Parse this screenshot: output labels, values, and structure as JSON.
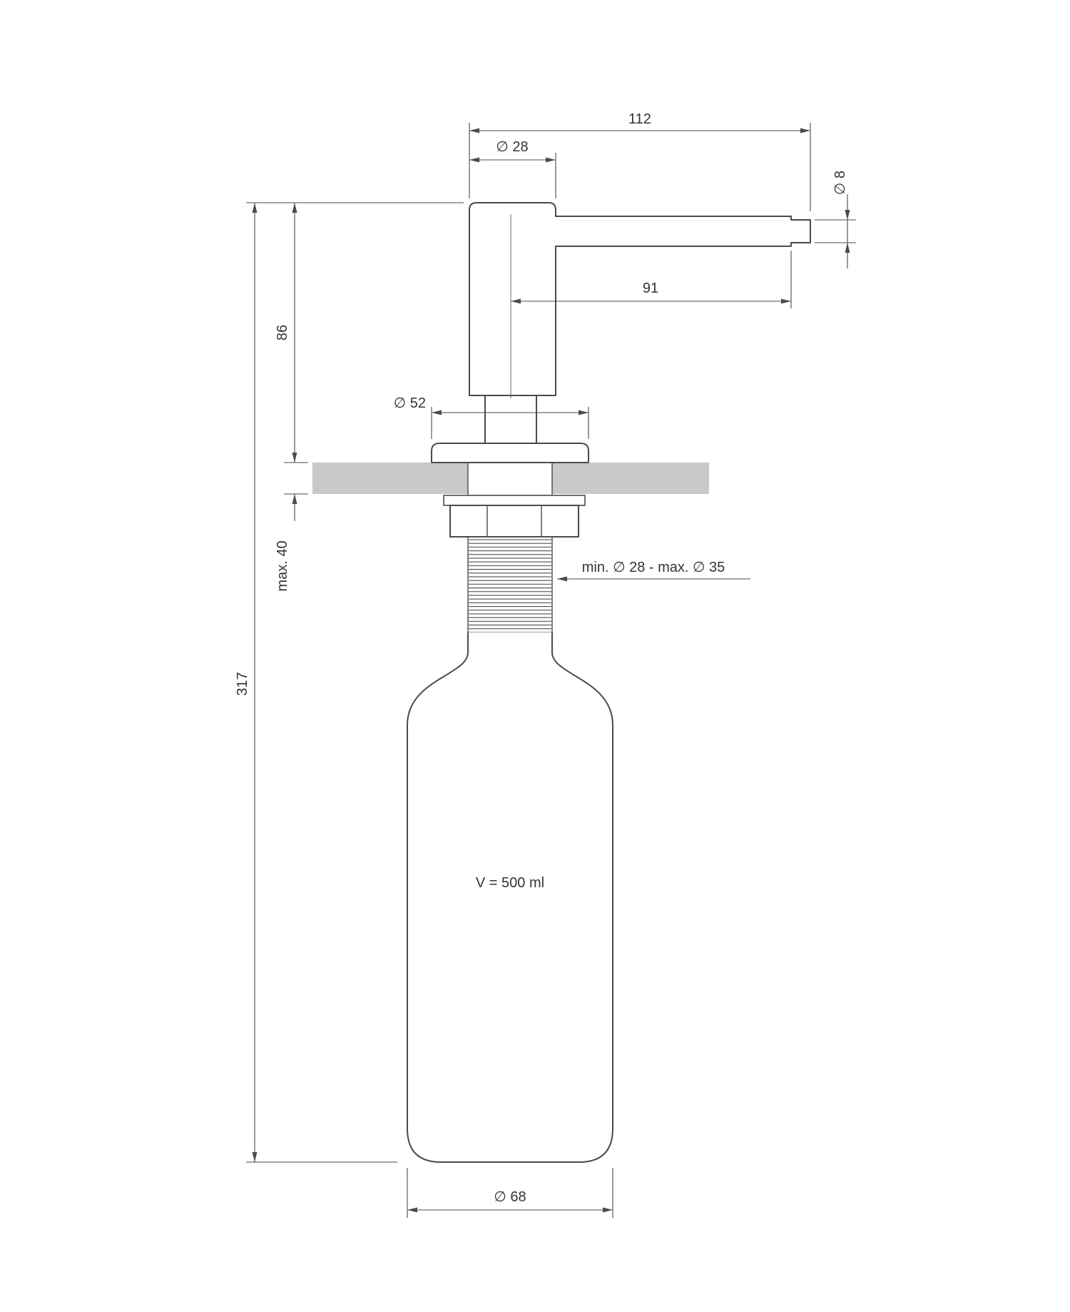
{
  "drawing": {
    "labels": {
      "dim_112": "112",
      "dim_28": "∅ 28",
      "dim_8": "∅ 8",
      "dim_91": "91",
      "dim_86": "86",
      "dim_52": "∅ 52",
      "dim_max40": "max. 40",
      "dim_317": "317",
      "thread_note": "min. ∅ 28 - max. ∅ 35",
      "volume": "V = 500 ml",
      "dim_68": "∅ 68"
    },
    "colors": {
      "line": "#4b4b4b",
      "counter": "#c9c9c9",
      "text": "#333333",
      "background": "#ffffff"
    }
  }
}
